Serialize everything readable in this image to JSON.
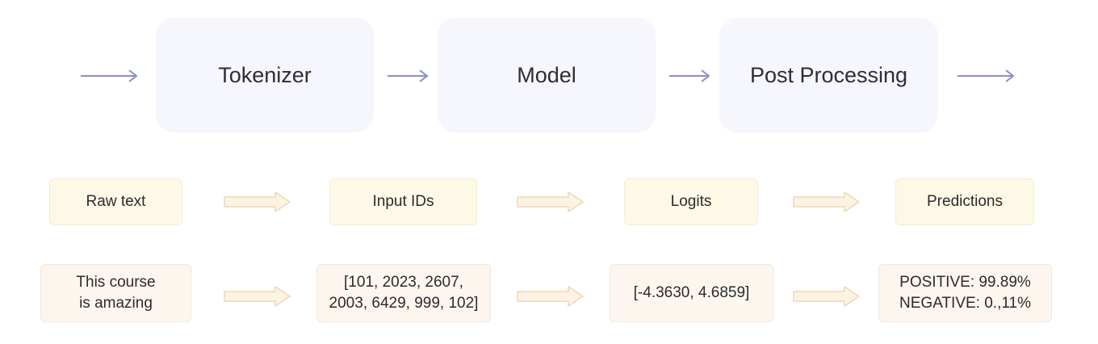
{
  "stages": [
    "Tokenizer",
    "Model",
    "Post Processing"
  ],
  "labels": [
    "Raw text",
    "Input IDs",
    "Logits",
    "Predictions"
  ],
  "values": {
    "raw_text": [
      "This course",
      "is amazing"
    ],
    "input_ids": [
      "[101, 2023, 2607,",
      "2003, 6429, 999, 102]"
    ],
    "logits": "[-4.3630, 4.6859]",
    "predictions": [
      "POSITIVE: 99.89%",
      "NEGATIVE: 0.,11%"
    ]
  },
  "colors": {
    "stage_bg": "#f6f6fd",
    "stage_arrow": "#8a8fc4",
    "label_bg": "#fdf9e6",
    "value_bg": "#fdf6ef",
    "flow_arrow_fill": "#fdf3e3",
    "flow_arrow_stroke": "#f1d6b3"
  }
}
